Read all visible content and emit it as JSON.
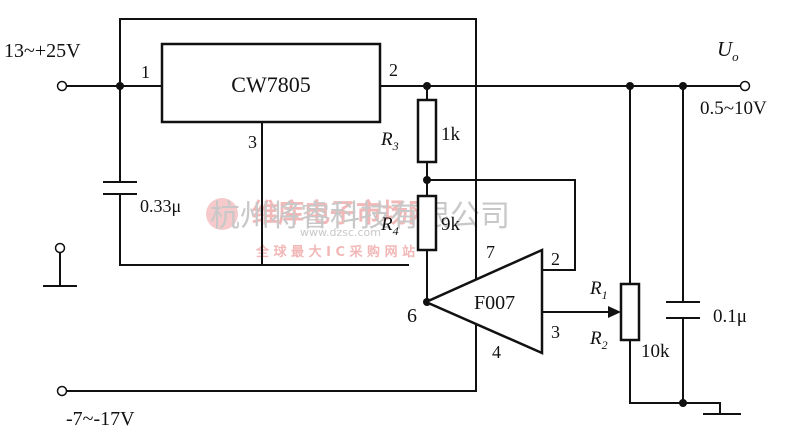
{
  "input_pos_label": "13~+25V",
  "input_neg_label": "-7~-17V",
  "regulator_label": "CW7805",
  "opamp_label": "F007",
  "pins": {
    "p1": "1",
    "p2": "2",
    "p3": "3",
    "op7": "7",
    "op2": "2",
    "op6": "6",
    "op3": "3",
    "op4": "4"
  },
  "capacitors": {
    "c_in": "0.33μ",
    "c_out": "0.1μ"
  },
  "resistors": {
    "r3": {
      "letter": "R",
      "sub": "3",
      "value": "1k"
    },
    "r4": {
      "letter": "R",
      "sub": "4",
      "value": "9k"
    },
    "r1": {
      "letter": "R",
      "sub": "1"
    },
    "r2": {
      "letter": "R",
      "sub": "2"
    },
    "pot_value": "10k"
  },
  "output": {
    "letter": "U",
    "sub": "o",
    "range": "0.5~10V"
  },
  "watermark": {
    "company": "杭州将睿科技有限公司",
    "tagline": "全 球 最 大 I C 采 购 网 站",
    "brand": "维库电子市场网",
    "url": "www.dzsc.com"
  }
}
